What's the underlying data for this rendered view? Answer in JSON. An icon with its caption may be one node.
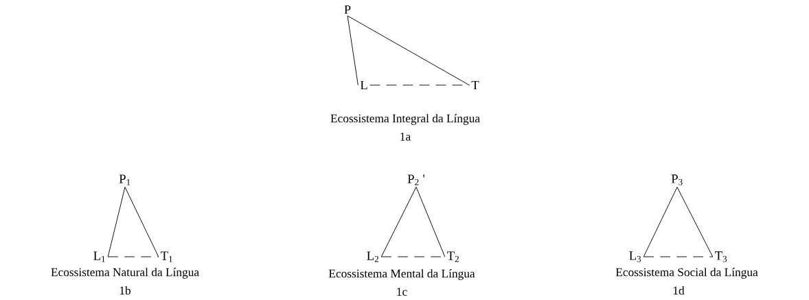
{
  "diagram": {
    "nodes": [
      {
        "text": [
          "P"
        ]
      },
      {
        "text": [
          "L"
        ]
      },
      {
        "text": [
          "T"
        ]
      },
      {
        "text": [
          "P$_{1}$"
        ]
      },
      {
        "text": [
          "L$_{1}$"
        ]
      },
      {
        "text": [
          "T$_{1}$"
        ]
      },
      {
        "text": [
          "P$_{2}$ '"
        ]
      },
      {
        "text": [
          "L$_{2}$"
        ]
      },
      {
        "text": [
          "T$_{2}$"
        ]
      },
      {
        "text": [
          "P$_{3}$"
        ]
      },
      {
        "text": [
          "L$_{3}$"
        ]
      },
      {
        "text": [
          "T$_{3}$"
        ]
      }
    ],
    "edges": [
      {
        "from": 0,
        "to": 1,
        "arrow": "none"
      },
      {
        "from": 0,
        "to": 2,
        "arrow": "none"
      },
      {
        "from": 1,
        "to": 2,
        "arrow": "none",
        "style": "dashed"
      },
      {
        "from": 3,
        "to": 4,
        "arrow": "none"
      },
      {
        "from": 3,
        "to": 5,
        "arrow": "none"
      },
      {
        "from": 4,
        "to": 5,
        "arrow": "none",
        "style": "dashed"
      },
      {
        "from": 6,
        "to": 7,
        "arrow": "none"
      },
      {
        "from": 6,
        "to": 8,
        "arrow": "none"
      },
      {
        "from": 7,
        "to": 8,
        "arrow": "none",
        "style": "dashed"
      },
      {
        "from": 9,
        "to": 10,
        "arrow": "none"
      },
      {
        "from": 9,
        "to": 11,
        "arrow": "none"
      },
      {
        "from": 10,
        "to": 11,
        "arrow": "none",
        "style": "dashed"
      }
    ],
    "labels": [
      "Ecossistema Integral da Língua",
      "1a",
      "Ecossistema Natural da Língua",
      "Ecossistema Mental da Língua",
      "Ecossistema Social da Língua",
      "1b",
      "1c",
      "1d"
    ]
  }
}
